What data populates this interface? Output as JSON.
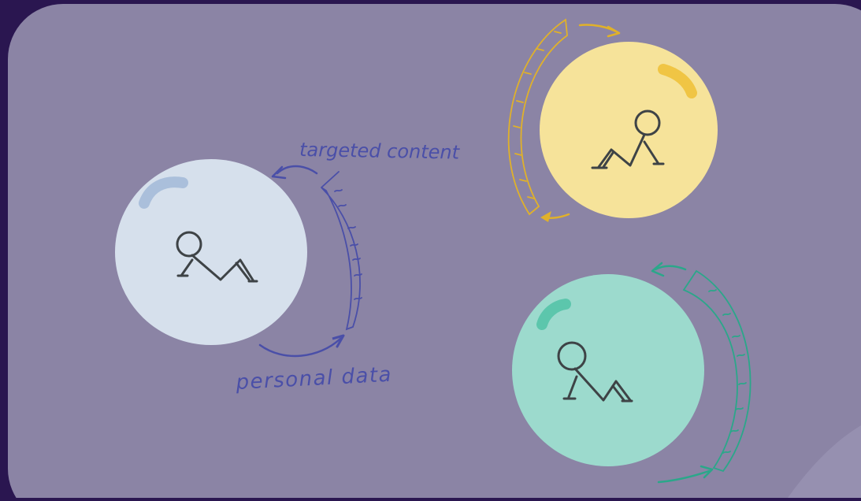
{
  "diagram": {
    "labels": {
      "targeted_content": "targeted content",
      "personal_data": "personal data"
    },
    "bubbles": [
      {
        "id": "blue",
        "fill": "#d6e0ec",
        "highlight": "#aabfdb",
        "stroke": "#4a4fa8"
      },
      {
        "id": "yellow",
        "fill": "#f6e39a",
        "highlight": "#f0c544",
        "stroke": "#e0b12a"
      },
      {
        "id": "green",
        "fill": "#9cdacd",
        "highlight": "#5cc6ac",
        "stroke": "#2ba78a"
      }
    ],
    "colors": {
      "background_outer": "#2a1650",
      "panel": "#8b84a5",
      "figure_stroke": "#3e4346"
    }
  }
}
